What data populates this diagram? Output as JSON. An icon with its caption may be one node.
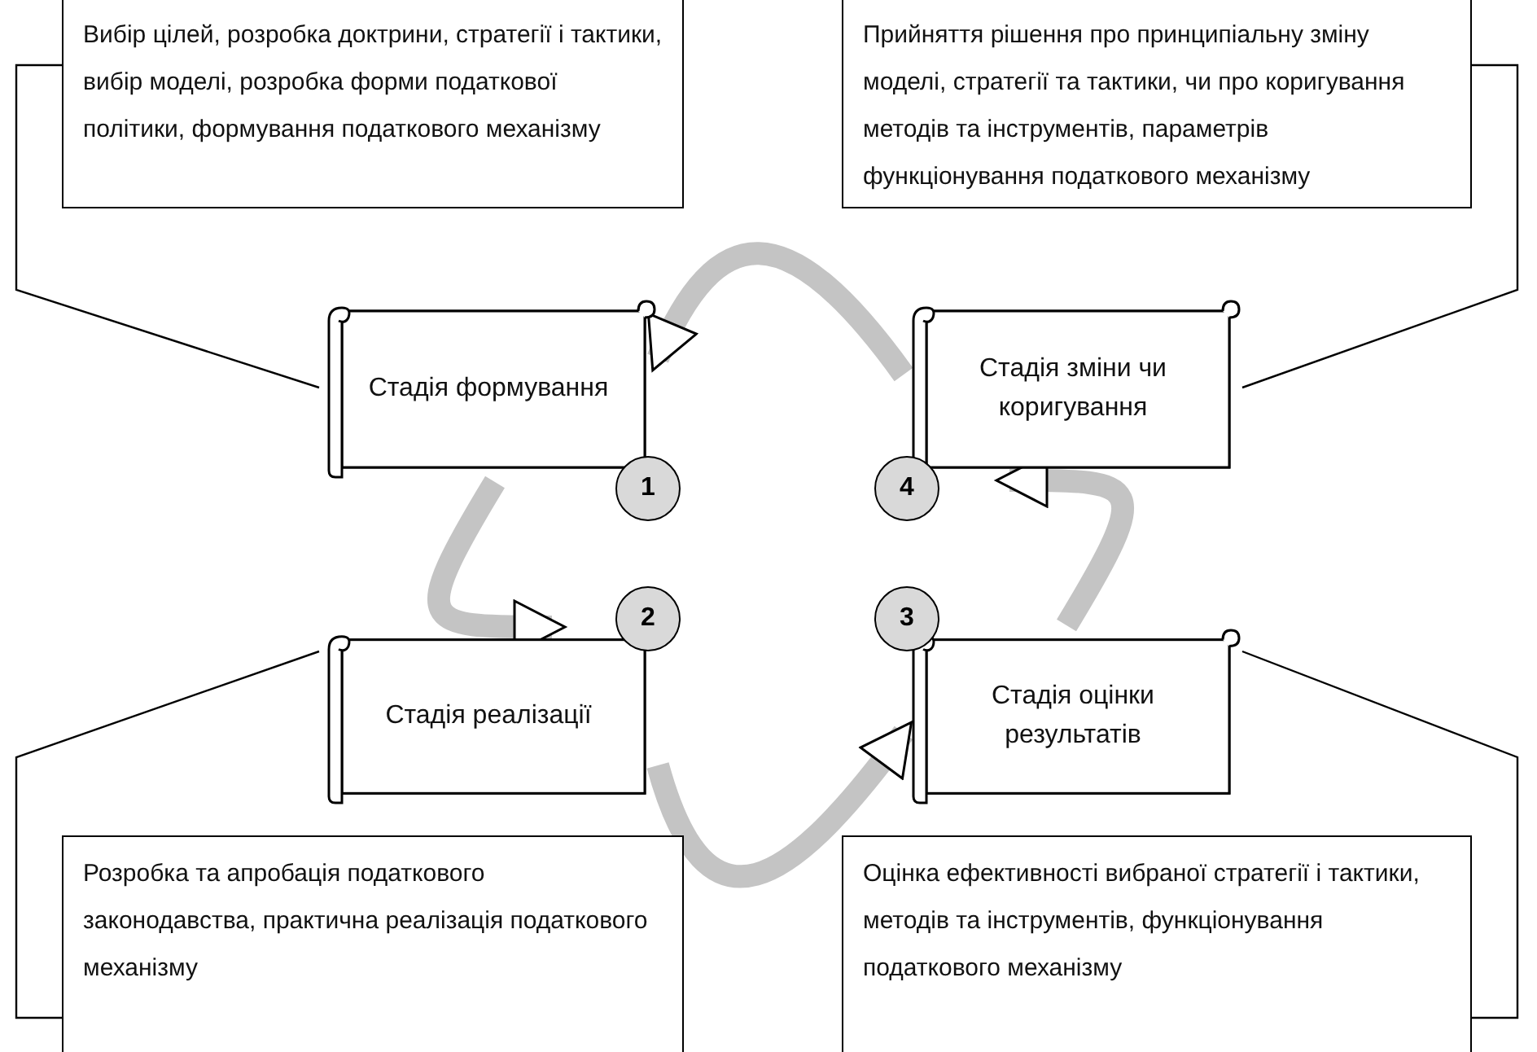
{
  "diagram": {
    "nodes": [
      {
        "text": [
          "Вибір цілей, розробка доктрини, стратегії і тактики, вибір моделі, розробка форми податкової політики, формування податкового механізму"
        ]
      },
      {
        "text": [
          "Прийняття рішення про принципіальну зміну моделі, стратегії та тактики, чи про коригування методів та інструментів, параметрів функціонування податкового механізму"
        ]
      },
      {
        "text": [
          "Стадія формування"
        ]
      },
      {
        "text": [
          "Стадія зміни чи коригування"
        ]
      },
      {
        "text": [
          "1"
        ]
      },
      {
        "text": [
          "4"
        ]
      },
      {
        "text": [
          "2"
        ]
      },
      {
        "text": [
          "3"
        ]
      },
      {
        "text": [
          "Стадія реалізації"
        ]
      },
      {
        "text": [
          "Стадія оцінки результатів"
        ]
      },
      {
        "text": [
          "Розробка та апробація податкового законодавства, практична реалізація податкового механізму"
        ]
      },
      {
        "text": [
          "Оцінка ефективності вибраної стратегії і тактики, методів та інструментів, функціонування податкового механізму"
        ]
      }
    ],
    "edges": [
      {
        "from": 0,
        "to": 2,
        "arrow": "none"
      },
      {
        "from": 1,
        "to": 3,
        "arrow": "none"
      },
      {
        "from": 10,
        "to": 8,
        "arrow": "none"
      },
      {
        "from": 11,
        "to": 9,
        "arrow": "none"
      },
      {
        "from": 2,
        "to": 8,
        "arrow": "to",
        "style": "thick",
        "color": "#c4c4c4"
      },
      {
        "from": 8,
        "to": 9,
        "arrow": "to",
        "style": "thick",
        "color": "#c4c4c4"
      },
      {
        "from": 9,
        "to": 3,
        "arrow": "to",
        "style": "thick",
        "color": "#c4c4c4"
      },
      {
        "from": 3,
        "to": 2,
        "arrow": "to",
        "style": "thick",
        "color": "#c4c4c4"
      }
    ]
  }
}
